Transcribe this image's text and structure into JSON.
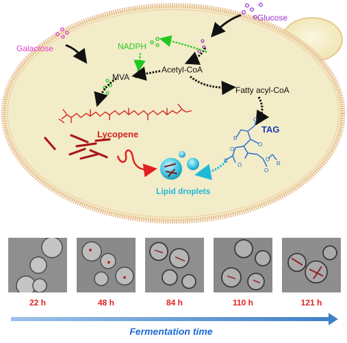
{
  "diagram": {
    "inputs": {
      "glucose": "Glucose",
      "galactose": "Galactose"
    },
    "metabolites": {
      "nadph": "NADPH",
      "acetyl_coa": "Acetyl-CoA",
      "mva": "MVA",
      "fatty_acyl_coa": "Fatty acyl-CoA",
      "lycopene": "Lycopene",
      "tag": "TAG",
      "lipid_droplets": "Lipid droplets"
    },
    "tag_atoms": {
      "oxygen": "O",
      "r_group": "R"
    }
  },
  "timeline": {
    "panels": [
      "22 h",
      "48 h",
      "84 h",
      "110 h",
      "121 h"
    ],
    "axis_label": "Fermentation time"
  },
  "colors": {
    "cell_fill": "#f3ecc8",
    "membrane": "#e6b98a",
    "lycopene": "#d42020",
    "tag": "#1a6ad4",
    "lipid": "#1fb8d9",
    "nadph": "#22c822",
    "glucose": "#9b30c8",
    "galactose": "#e040c8",
    "timeline_arrow": "#4a86c8"
  }
}
